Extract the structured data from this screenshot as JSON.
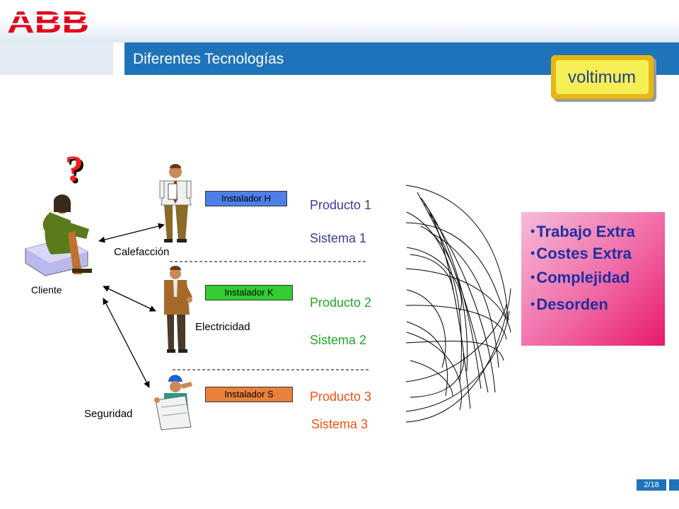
{
  "header": {
    "logo_text": "ABB",
    "title": "Diferentes Tecnologías",
    "partner_logo_text": "voltimum"
  },
  "diagram": {
    "question_mark": "?",
    "client_label": "Cliente",
    "calefaccion_label": "Calefacción",
    "electricidad_label": "Electricidad",
    "seguridad_label": "Seguridad",
    "installers": [
      {
        "label": "Instalador H",
        "color": "#4d7fe8"
      },
      {
        "label": "Instalador K",
        "color": "#33cc33"
      },
      {
        "label": "Instalador S",
        "color": "#e9813b"
      }
    ],
    "products": [
      {
        "product": "Producto 1",
        "system": "Sistema 1",
        "color": "#3b3b9a"
      },
      {
        "product": "Producto 2",
        "system": "Sistema 2",
        "color": "#22aa22"
      },
      {
        "product": "Producto 3",
        "system": "Sistema 3",
        "color": "#ee5511"
      }
    ]
  },
  "consequences": {
    "items": [
      "Trabajo Extra",
      "Costes Extra",
      "Complejidad",
      "Desorden"
    ]
  },
  "footer": {
    "page_number": "2/18"
  }
}
